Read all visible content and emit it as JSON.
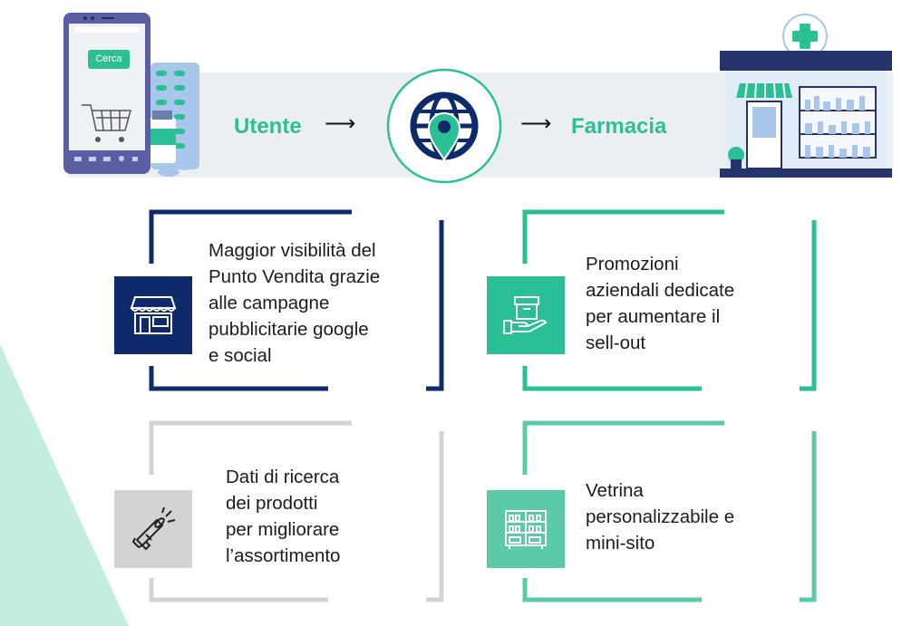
{
  "colors": {
    "navy": "#0e2a6b",
    "teal": "#2bbf95",
    "teal_light": "#5cc9a8",
    "gray": "#d3d3d3",
    "mint_bg": "#c3ede0",
    "band_bg": "#eceff1"
  },
  "header": {
    "search_button_label": "Cerca",
    "user_label": "Utente",
    "pharmacy_label": "Farmacia",
    "arrow_symbol": "⟶",
    "center_icon": "globe-location-pin-icon",
    "left_illustration": "smartphone-shopping-cart-icon",
    "right_illustration": "pharmacy-storefront-icon"
  },
  "cards": [
    {
      "icon": "shop-storefront-icon",
      "lines": [
        "Maggior visibilità del",
        "Punto Vendita grazie",
        "alle campagne",
        "pubblicitarie google",
        "e social"
      ]
    },
    {
      "icon": "hand-box-icon",
      "lines": [
        "Promozioni",
        "aziendali dedicate",
        "per aumentare il",
        "sell-out"
      ]
    },
    {
      "icon": "megaphone-icon",
      "lines": [
        "Dati di ricerca",
        "dei prodotti",
        "per migliorare",
        "l’assortimento"
      ]
    },
    {
      "icon": "display-shelf-icon",
      "lines": [
        "Vetrina",
        "personalizzabile e",
        "mini-sito"
      ]
    }
  ]
}
